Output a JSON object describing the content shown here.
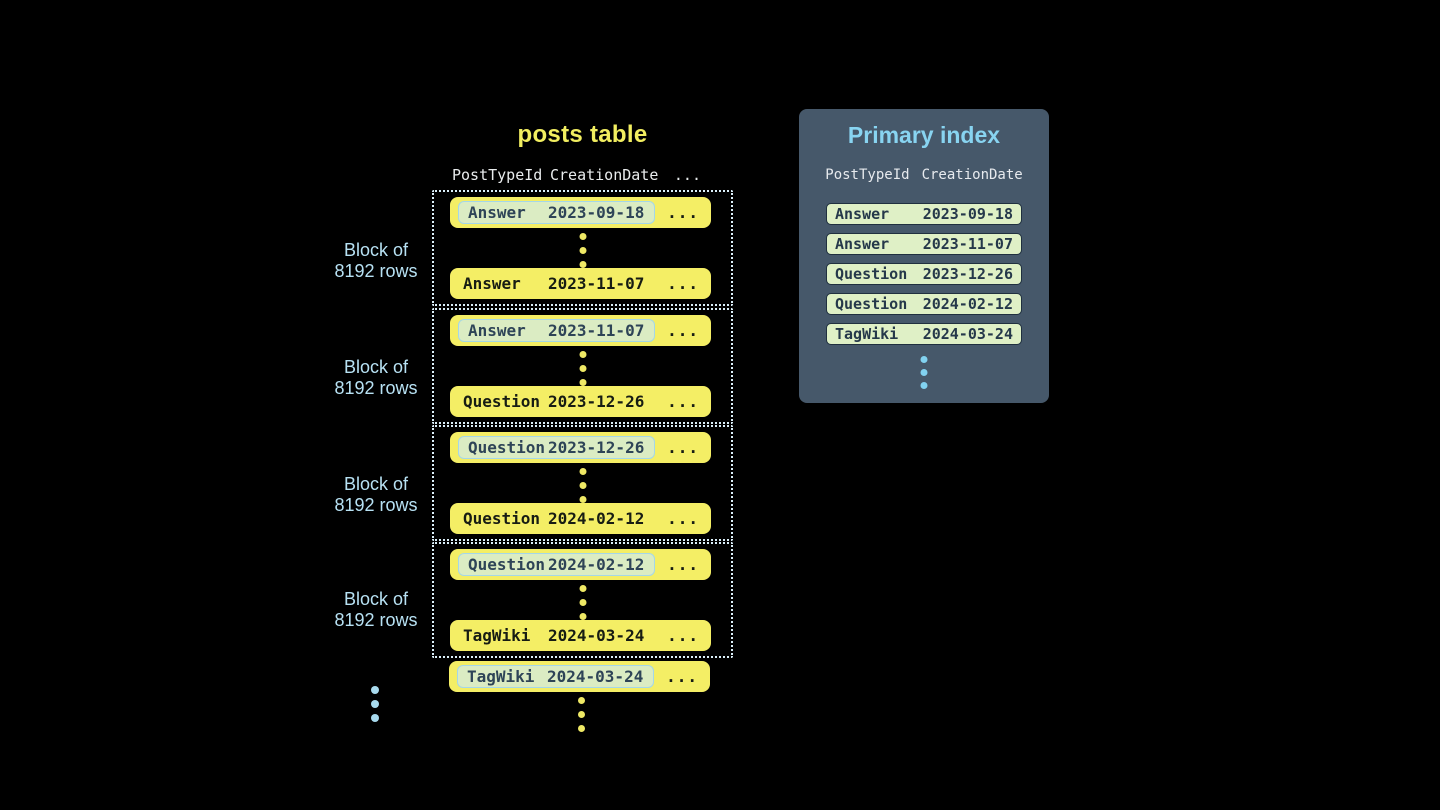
{
  "posts_table": {
    "title": "posts table",
    "columns": [
      "PostTypeId",
      "CreationDate",
      "..."
    ],
    "row_ellipsis": "...",
    "blocks": [
      {
        "label": [
          "Block of",
          "8192 rows"
        ],
        "first_row": {
          "type": "Answer",
          "date": "2023-09-18"
        },
        "last_row": {
          "type": "Answer",
          "date": "2023-11-07"
        }
      },
      {
        "label": [
          "Block of",
          "8192 rows"
        ],
        "first_row": {
          "type": "Answer",
          "date": "2023-11-07"
        },
        "last_row": {
          "type": "Question",
          "date": "2023-12-26"
        }
      },
      {
        "label": [
          "Block of",
          "8192 rows"
        ],
        "first_row": {
          "type": "Question",
          "date": "2023-12-26"
        },
        "last_row": {
          "type": "Question",
          "date": "2024-02-12"
        }
      },
      {
        "label": [
          "Block of",
          "8192 rows"
        ],
        "first_row": {
          "type": "Question",
          "date": "2024-02-12"
        },
        "last_row": {
          "type": "TagWiki",
          "date": "2024-03-24"
        }
      }
    ],
    "overflow_row": {
      "type": "TagWiki",
      "date": "2024-03-24"
    }
  },
  "primary_index": {
    "title": "Primary index",
    "columns": [
      "PostTypeId",
      "CreationDate"
    ],
    "rows": [
      {
        "type": "Answer",
        "date": "2023-09-18"
      },
      {
        "type": "Answer",
        "date": "2023-11-07"
      },
      {
        "type": "Question",
        "date": "2023-12-26"
      },
      {
        "type": "Question",
        "date": "2024-02-12"
      },
      {
        "type": "TagWiki",
        "date": "2024-03-24"
      }
    ]
  },
  "colors": {
    "background": "#000000",
    "row_yellow": "#f4ee65",
    "title_yellow": "#f2ee60",
    "accent_blue": "#88d4f1",
    "label_blue": "#b7e1f3",
    "block_border": "#dbeff9",
    "panel_bg": "#46586a",
    "pill_green": "#dff0c6",
    "pill_border_blue": "#a4d7e9",
    "pill_border_dark": "#20303f",
    "dark_text": "#171c13"
  }
}
